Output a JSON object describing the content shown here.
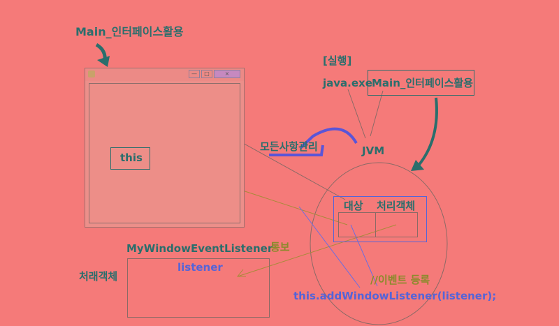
{
  "labels": {
    "main_top": "Main_인터페이스활용",
    "run": "[실행]",
    "java_exe": "java.exe",
    "main_box": "Main_인터페이스활용",
    "jvm": "JVM",
    "manage_all": "모든사항관리",
    "this": "this",
    "target": "대상",
    "handler": "처리객체",
    "listener_class": "MyWindowEventListener",
    "notify": "통보",
    "listener": "listener",
    "handler_left": "처래객체",
    "event_register": "//이벤트 등록",
    "add_call": "this.addWindowListener(listener);"
  },
  "window": {
    "buttons": [
      "—",
      "□",
      "×"
    ]
  },
  "colors": {
    "background": "#f57a79",
    "teal": "#2a6e6c",
    "olive": "#8c8a2c",
    "blue": "#5564d8"
  }
}
